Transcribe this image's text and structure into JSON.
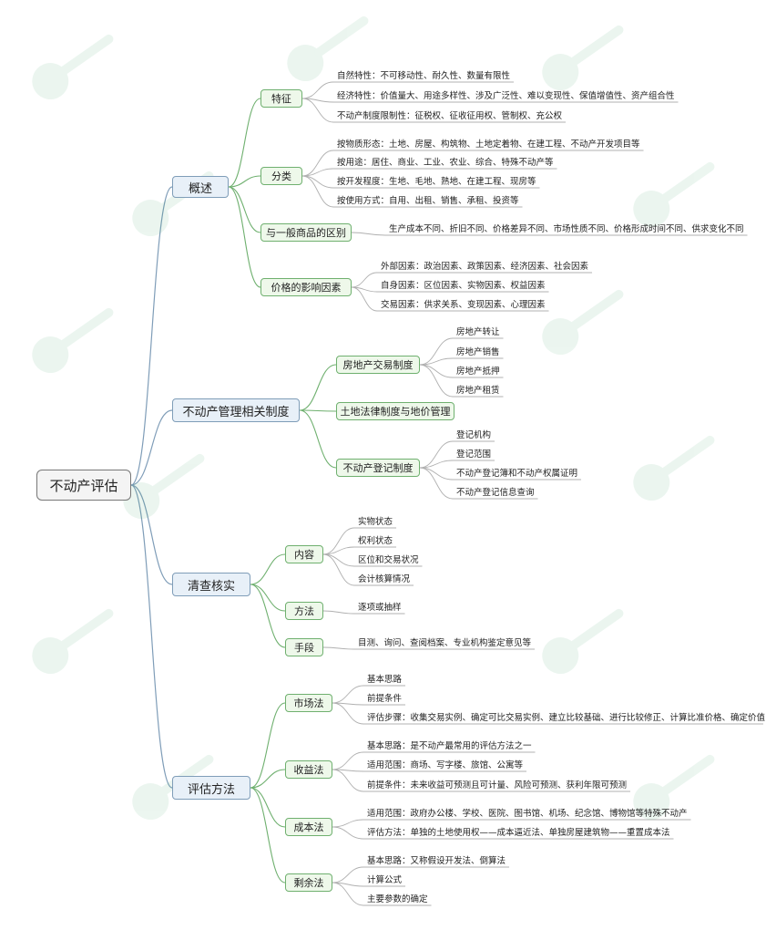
{
  "root": "不动产评估",
  "sections": {
    "overview": {
      "label": "概述",
      "features": {
        "label": "特征",
        "items": [
          "自然特性：不可移动性、耐久性、数量有限性",
          "经济特性：价值量大、用途多样性、涉及广泛性、难以变现性、保值增值性、资产组合性",
          "不动产制度限制性：征税权、征收征用权、管制权、充公权"
        ]
      },
      "classification": {
        "label": "分类",
        "items": [
          "按物质形态：土地、房屋、构筑物、土地定着物、在建工程、不动产开发项目等",
          "按用途：居住、商业、工业、农业、综合、特殊不动产等",
          "按开发程度：生地、毛地、熟地、在建工程、现房等",
          "按使用方式：自用、出租、销售、承租、投资等"
        ]
      },
      "difference": {
        "label": "与一般商品的区别",
        "items": [
          "生产成本不同、折旧不同、价格差异不同、市场性质不同、价格形成时间不同、供求变化不同"
        ]
      },
      "factors": {
        "label": "价格的影响因素",
        "items": [
          "外部因素：政治因素、政策因素、经济因素、社会因素",
          "自身因素：区位因素、实物因素、权益因素",
          "交易因素：供求关系、变现因素、心理因素"
        ]
      }
    },
    "management": {
      "label": "不动产管理相关制度",
      "transaction": {
        "label": "房地产交易制度",
        "items": [
          "房地产转让",
          "房地产销售",
          "房地产抵押",
          "房地产租赁"
        ]
      },
      "land": {
        "label": "土地法律制度与地价管理"
      },
      "registration": {
        "label": "不动产登记制度",
        "items": [
          "登记机构",
          "登记范围",
          "不动产登记簿和不动产权属证明",
          "不动产登记信息查询"
        ]
      }
    },
    "inspection": {
      "label": "清查核实",
      "content": {
        "label": "内容",
        "items": [
          "实物状态",
          "权利状态",
          "区位和交易状况",
          "会计核算情况"
        ]
      },
      "method": {
        "label": "方法",
        "items": [
          "逐项或抽样"
        ]
      },
      "means": {
        "label": "手段",
        "items": [
          "目测、询问、查阅档案、专业机构鉴定意见等"
        ]
      }
    },
    "valuation": {
      "label": "评估方法",
      "market": {
        "label": "市场法",
        "items": [
          "基本思路",
          "前提条件",
          "评估步骤：收集交易实例、确定可比交易实例、建立比较基础、进行比较修正、计算比准价格、确定价值"
        ]
      },
      "income": {
        "label": "收益法",
        "items": [
          "基本思路：是不动产最常用的评估方法之一",
          "适用范围：商场、写字楼、旅馆、公寓等",
          "前提条件：未来收益可预测且可计量、风险可预测、获利年限可预测"
        ]
      },
      "cost": {
        "label": "成本法",
        "items": [
          "适用范围：政府办公楼、学校、医院、图书馆、机场、纪念馆、博物馆等特殊不动产",
          "评估方法：单独的土地使用权——成本逼近法、单独房屋建筑物——重置成本法"
        ]
      },
      "residual": {
        "label": "剩余法",
        "items": [
          "基本思路：又称假设开发法、倒算法",
          "计算公式",
          "主要参数的确定"
        ]
      }
    }
  },
  "colors": {
    "main_border": "#7f9db8",
    "main_fill": "#e8f0f8",
    "sub_border": "#6fb06f",
    "sub_fill": "#eef8ea",
    "root_border": "#777777",
    "root_fill": "#f4f4f4",
    "line": "#b0b0b0"
  }
}
